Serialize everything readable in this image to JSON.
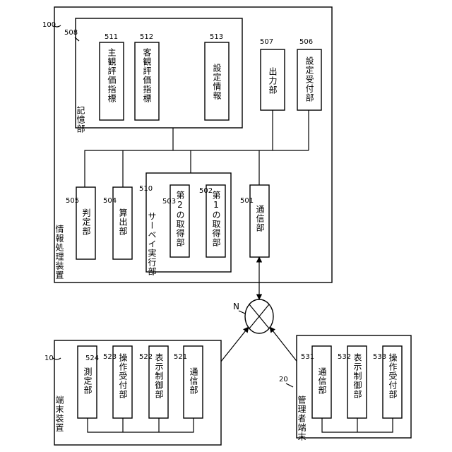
{
  "server": {
    "ref": "100",
    "title": "情報処理装置",
    "storage": {
      "ref": "508",
      "label": "記憶部",
      "items": [
        {
          "ref": "511",
          "label": "主観評価指標"
        },
        {
          "ref": "512",
          "label": "客観評価指標"
        },
        {
          "ref": "513",
          "label": "設定情報"
        }
      ]
    },
    "output": {
      "ref": "507",
      "label": "出力部"
    },
    "settings": {
      "ref": "506",
      "label": "設定受付部"
    },
    "judge": {
      "ref": "505",
      "label": "判定部"
    },
    "calc": {
      "ref": "504",
      "label": "算出部"
    },
    "survey": {
      "ref": "510",
      "label": "サーベイ実行部",
      "items": [
        {
          "ref": "503",
          "label": "第2の取得部"
        },
        {
          "ref": "502",
          "label": "第1の取得部"
        }
      ]
    },
    "comm": {
      "ref": "501",
      "label": "通信部"
    }
  },
  "network": {
    "label": "N"
  },
  "terminal": {
    "ref": "10",
    "title": "端末装置",
    "items": [
      {
        "ref": "524",
        "label": "測定部"
      },
      {
        "ref": "523",
        "label": "操作受付部"
      },
      {
        "ref": "522",
        "label": "表示制御部"
      },
      {
        "ref": "521",
        "label": "通信部"
      }
    ]
  },
  "admin": {
    "ref": "20",
    "title": "管理者端末",
    "items": [
      {
        "ref": "531",
        "label": "通信部"
      },
      {
        "ref": "532",
        "label": "表示制御部"
      },
      {
        "ref": "533",
        "label": "操作受付部"
      }
    ]
  }
}
